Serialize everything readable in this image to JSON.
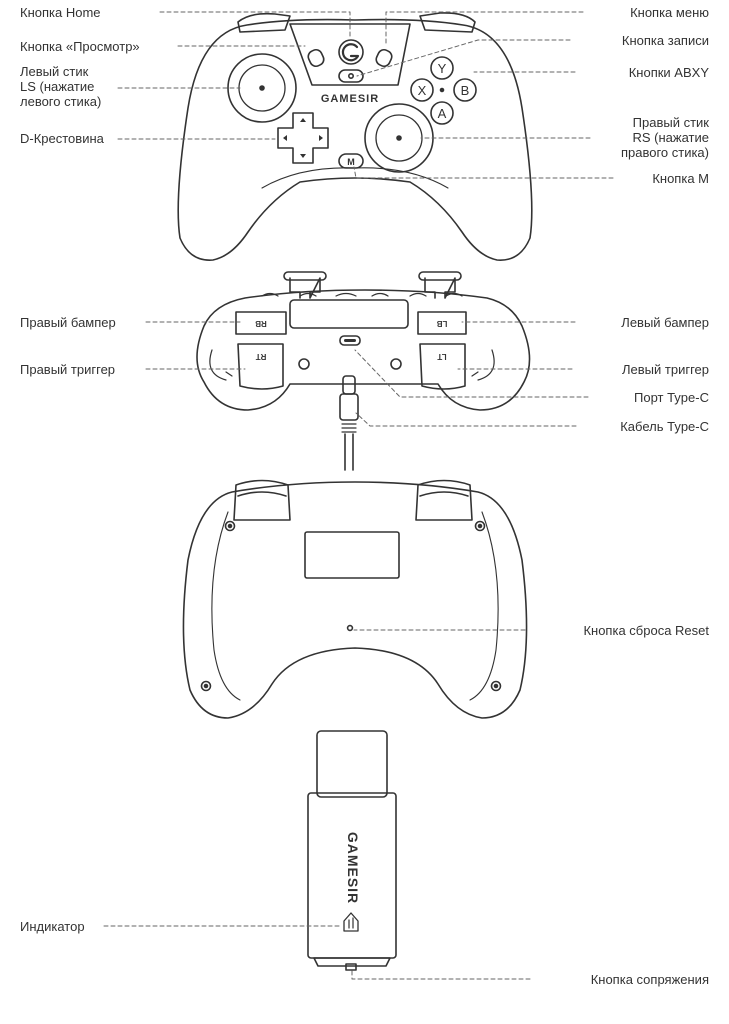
{
  "brand": "GAMESIR",
  "button_letters": {
    "y": "Y",
    "x": "X",
    "b": "B",
    "a": "A",
    "m": "M"
  },
  "bumper_marks": {
    "rb": "RB",
    "lb": "LB",
    "rt": "RT",
    "lt": "LT"
  },
  "labels": {
    "home": "Кнопка Home",
    "view": "Кнопка «Просмотр»",
    "ls": "Левый стик\nLS (нажатие\nлевого стика)",
    "dpad": "D-Крестовина",
    "menu": "Кнопка меню",
    "record": "Кнопка записи",
    "abxy": "Кнопки ABXY",
    "rs": "Правый стик\nRS (нажатие\nправого стика)",
    "m_button": "Кнопка M",
    "right_bumper": "Правый бампер",
    "right_trigger": "Правый триггер",
    "left_bumper": "Левый бампер",
    "left_trigger": "Левый триггер",
    "port": "Порт Type-C",
    "cable": "Кабель Type-C",
    "reset": "Кнопка сброса Reset",
    "indicator": "Индикатор",
    "pair": "Кнопка сопряжения"
  },
  "colors": {
    "stroke": "#333333",
    "dash": "#666666",
    "fill": "#ffffff",
    "dark": "#222222"
  }
}
